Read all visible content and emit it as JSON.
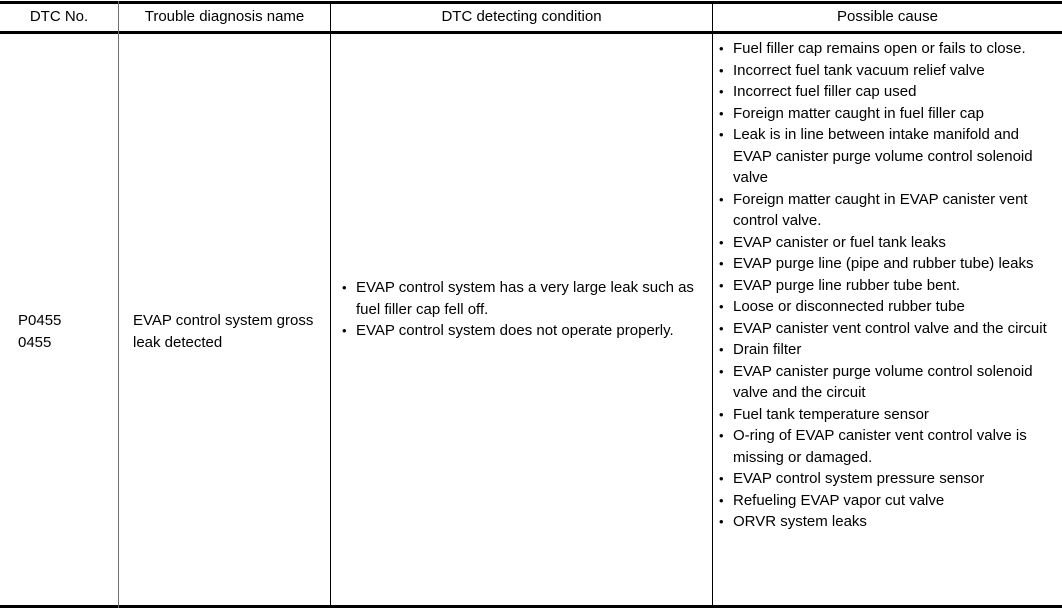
{
  "table": {
    "columns": [
      {
        "key": "dtc_no",
        "header": "DTC No."
      },
      {
        "key": "trouble",
        "header": "Trouble diagnosis name"
      },
      {
        "key": "condition",
        "header": "DTC detecting condition"
      },
      {
        "key": "cause",
        "header": "Possible cause"
      }
    ],
    "rows": [
      {
        "dtc_no": [
          "P0455",
          "0455"
        ],
        "trouble": "EVAP control system gross leak detected",
        "condition": [
          "EVAP control system has a very large leak such as fuel filler cap fell off.",
          "EVAP control system does not operate properly."
        ],
        "cause": [
          "Fuel filler cap remains open or fails to close.",
          "Incorrect fuel tank vacuum relief valve",
          "Incorrect fuel filler cap used",
          "Foreign matter caught in fuel filler cap",
          "Leak is in line between intake manifold and EVAP canister purge volume control solenoid valve",
          "Foreign matter caught in EVAP canister vent control valve.",
          "EVAP canister or fuel tank leaks",
          "EVAP purge line (pipe and rubber tube) leaks",
          "EVAP purge line rubber tube bent.",
          "Loose or disconnected rubber tube",
          "EVAP canister vent control valve and the circuit",
          "Drain filter",
          "EVAP canister purge volume control solenoid valve and the circuit",
          "Fuel tank temperature sensor",
          "O-ring of EVAP canister vent control valve is missing or damaged.",
          "EVAP control system pressure sensor",
          "Refueling EVAP vapor cut valve",
          "ORVR system leaks"
        ]
      }
    ]
  },
  "colors": {
    "rule": "#000000",
    "divider": "#000000",
    "divider_light": "#6f6f6f",
    "text": "#000000",
    "background": "#ffffff"
  }
}
